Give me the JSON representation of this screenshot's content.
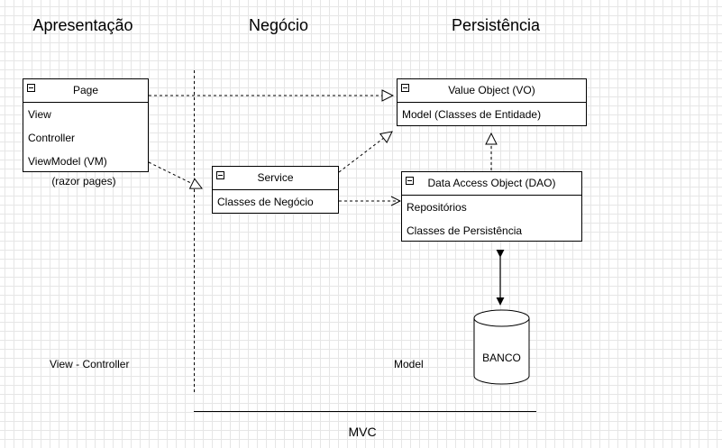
{
  "layers": {
    "presentation": "Apresentação",
    "business": "Negócio",
    "persistence": "Persistência"
  },
  "classes": {
    "page": {
      "title": "Page",
      "items": [
        "View",
        "Controller",
        "ViewModel (VM)"
      ]
    },
    "service": {
      "title": "Service",
      "items": [
        "Classes de Negócio"
      ]
    },
    "value_object": {
      "title": "Value Object (VO)",
      "items": [
        "Model (Classes de Entidade)"
      ]
    },
    "dao": {
      "title": "Data Access Object (DAO)",
      "items": [
        "Repositórios",
        "Classes de Persistência"
      ]
    }
  },
  "notes": {
    "razor": "(razor pages)",
    "view_controller": "View - Controller",
    "model": "Model",
    "mvc": "MVC"
  },
  "database": {
    "label": "BANCO"
  }
}
